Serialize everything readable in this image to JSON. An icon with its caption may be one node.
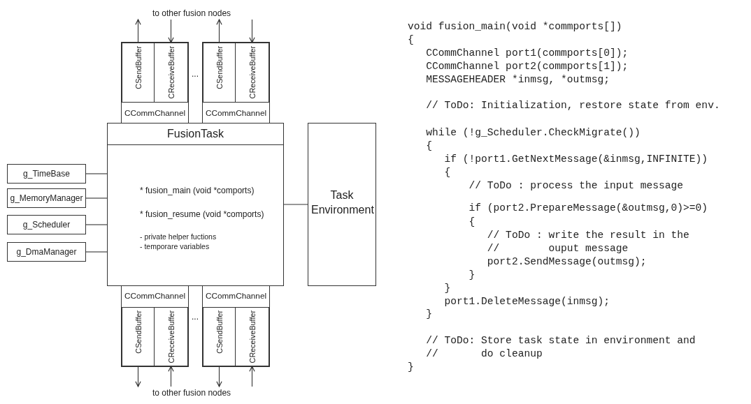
{
  "diagram": {
    "nodes": [
      {
        "text": [
          "CCommChannel"
        ]
      },
      {
        "text": [
          "CSendBuffer"
        ],
        "in": 0
      },
      {
        "text": [
          "CReceiveBuffer"
        ],
        "in": 0
      },
      {
        "text": [
          "CCommChannel"
        ]
      },
      {
        "text": [
          "CSendBuffer"
        ],
        "in": 3
      },
      {
        "text": [
          "CReceiveBuffer"
        ],
        "in": 3
      },
      {
        "text": [
          "FusionTask",
          "* fusion_main (void *comports)",
          "* fusion_resume (void *comports)",
          "- private helper fuctions",
          "- temporare variables"
        ]
      },
      {
        "text": [
          "Task Environment"
        ]
      },
      {
        "text": [
          "g_TimeBase"
        ]
      },
      {
        "text": [
          "g_MemoryManager"
        ]
      },
      {
        "text": [
          "g_Scheduler"
        ]
      },
      {
        "text": [
          "g_DmaManager"
        ]
      },
      {
        "text": [
          "CCommChannel"
        ]
      },
      {
        "text": [
          "CSendBuffer"
        ],
        "in": 12
      },
      {
        "text": [
          "CReceiveBuffer"
        ],
        "in": 12
      },
      {
        "text": [
          "CCommChannel"
        ]
      },
      {
        "text": [
          "CSendBuffer"
        ],
        "in": 15
      },
      {
        "text": [
          "CReceiveBuffer"
        ],
        "in": 15
      },
      {
        "text": [
          "to other fusion nodes"
        ]
      },
      {
        "text": [
          "to other fusion nodes"
        ]
      }
    ],
    "edges": [
      {
        "from": 1,
        "to": 18,
        "arrow": "to"
      },
      {
        "from": 18,
        "to": 2,
        "arrow": "to"
      },
      {
        "from": 4,
        "to": 18,
        "arrow": "to"
      },
      {
        "from": 18,
        "to": 5,
        "arrow": "to"
      },
      {
        "from": 8,
        "to": 6,
        "arrow": "none"
      },
      {
        "from": 9,
        "to": 6,
        "arrow": "none"
      },
      {
        "from": 10,
        "to": 6,
        "arrow": "none"
      },
      {
        "from": 11,
        "to": 6,
        "arrow": "none"
      },
      {
        "from": 6,
        "to": 7,
        "arrow": "none"
      },
      {
        "from": 13,
        "to": 19,
        "arrow": "to"
      },
      {
        "from": 19,
        "to": 14,
        "arrow": "to"
      },
      {
        "from": 16,
        "to": 19,
        "arrow": "to"
      },
      {
        "from": 19,
        "to": 17,
        "arrow": "to"
      }
    ],
    "labels": [
      "...",
      "...",
      "void fusion_main(void *commports[])",
      "{",
      "   CCommChannel port1(commports[0]);",
      "   CCommChannel port2(commports[1]);",
      "   MESSAGEHEADER *inmsg, *outmsg;",
      "   // ToDo: Initialization, restore state from env.",
      "   while (!g_Scheduler.CheckMigrate())",
      "   {",
      "      if (!port1.GetNextMessage(&inmsg,INFINITE))",
      "      {",
      "          // ToDo : process the input message",
      "          if (port2.PrepareMessage(&outmsg,0)>=0)",
      "          {",
      "             // ToDo : write the result in the",
      "             //        ouput message",
      "             port2.SendMessage(outmsg);",
      "          }",
      "      }",
      "      port1.DeleteMessage(inmsg);",
      "   }",
      "   // ToDo: Store task state in environment and",
      "   //       do cleanup",
      "}"
    ]
  }
}
